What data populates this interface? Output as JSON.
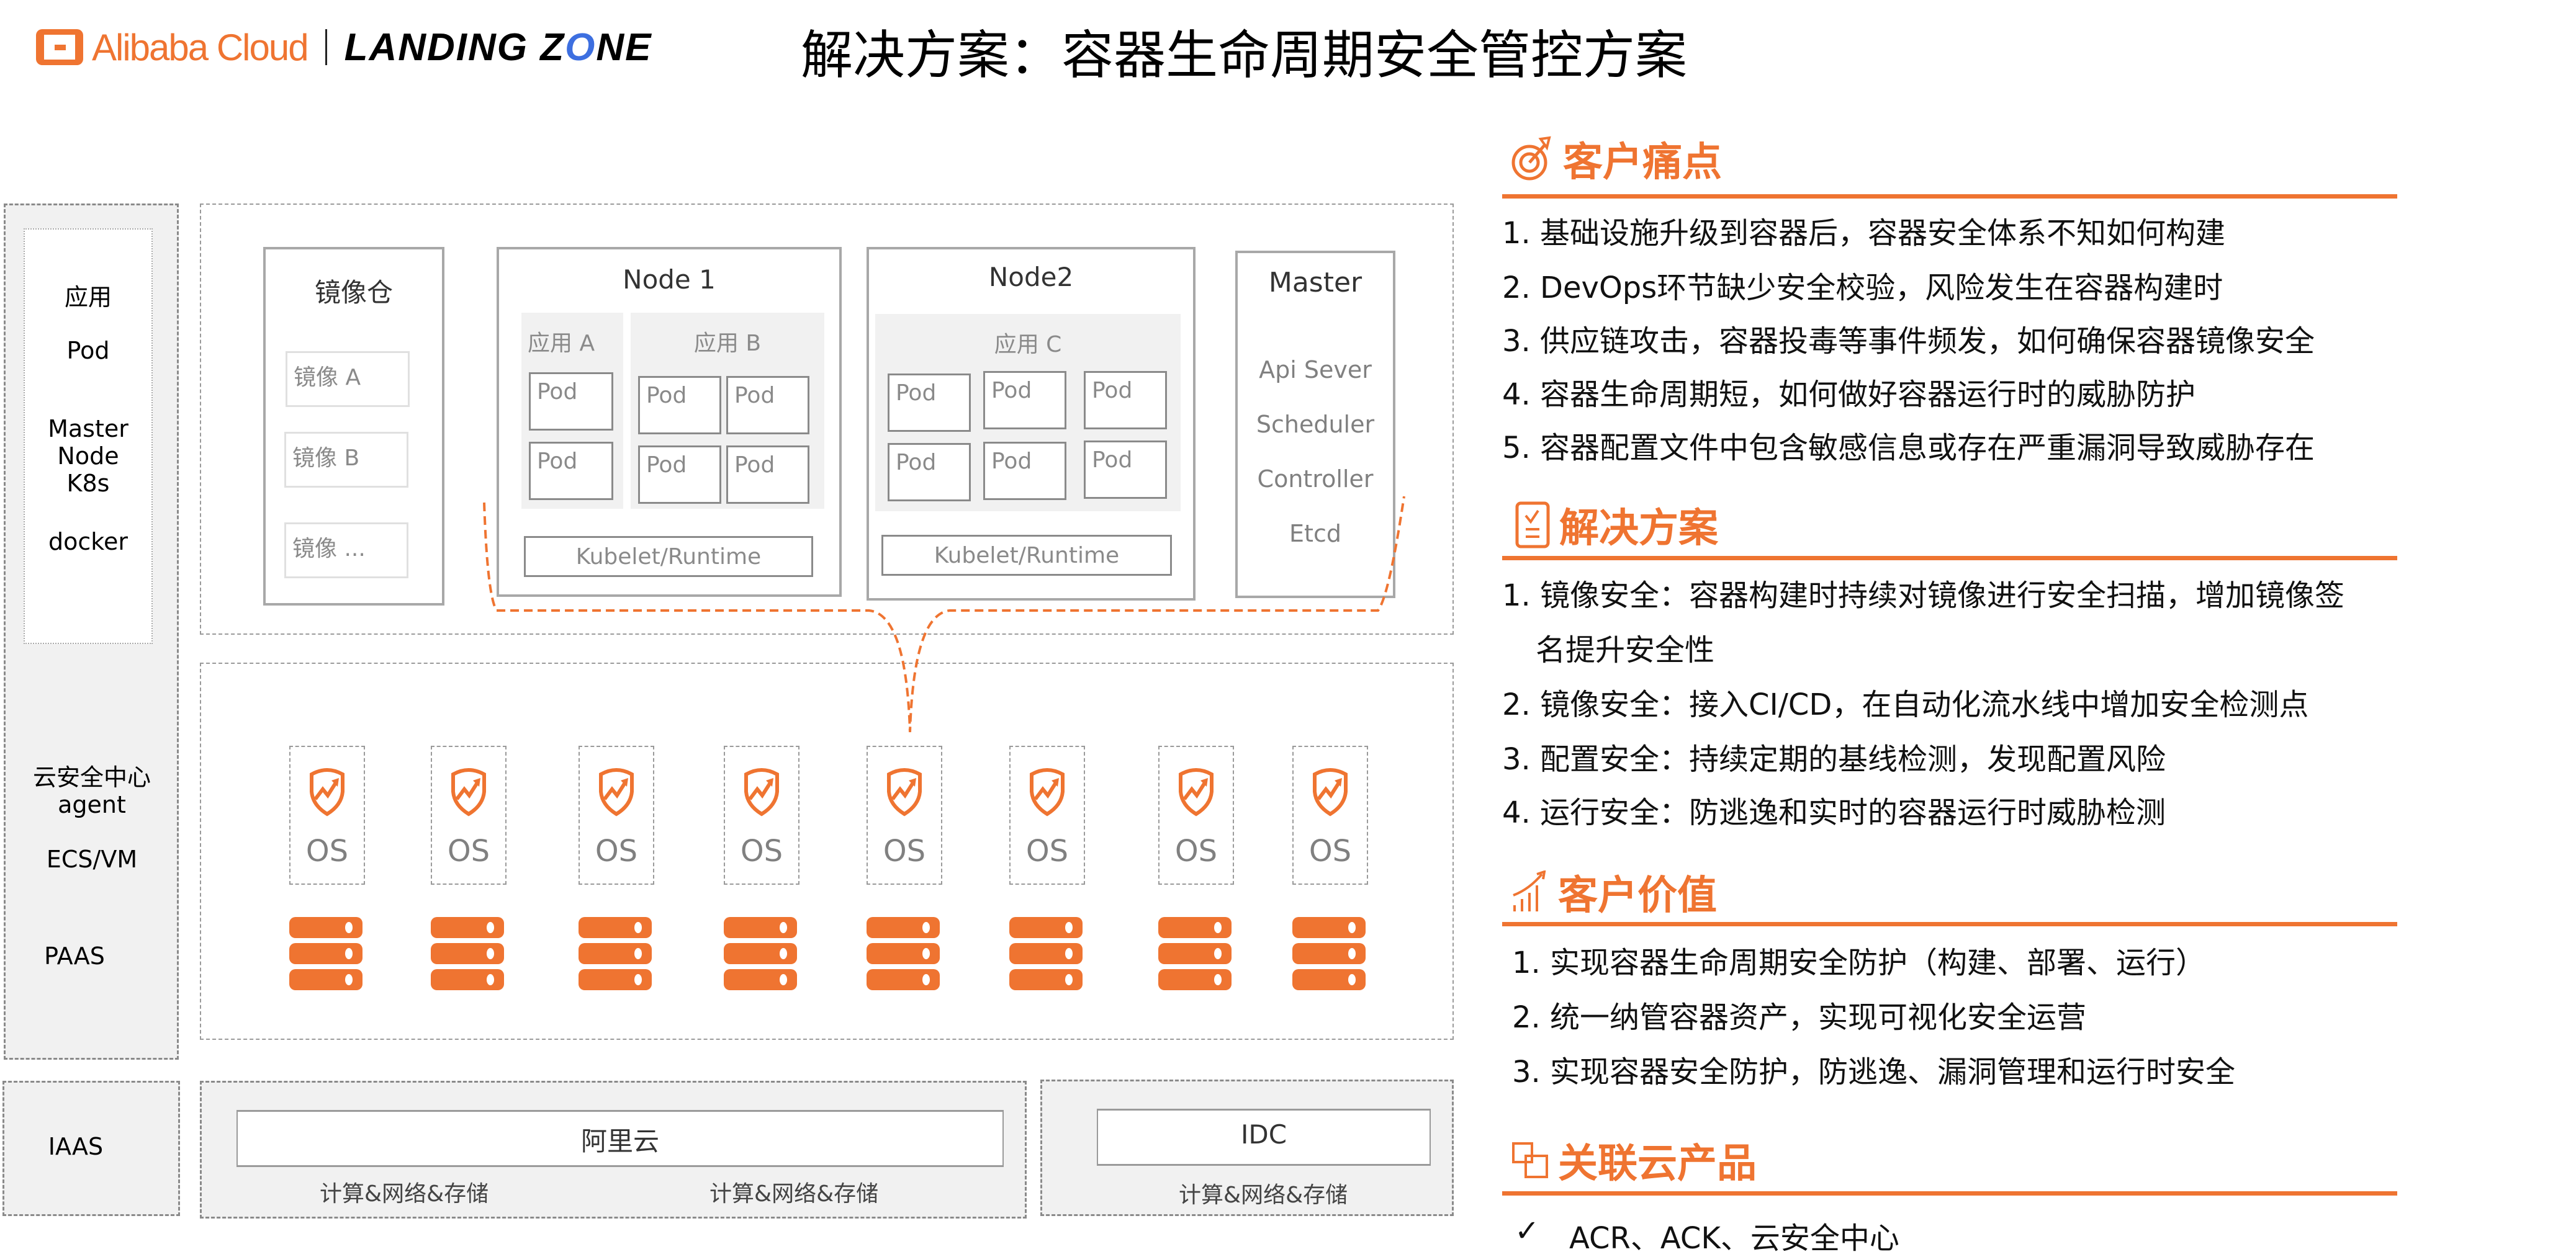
{
  "header": {
    "brand": "Alibaba Cloud",
    "product_prefix": "LANDING Z",
    "product_o": "O",
    "product_suffix": "NE",
    "title": "解决方案：容器生命周期安全管控方案"
  },
  "layers": {
    "upper": [
      "应用",
      "Pod",
      "Master",
      "Node",
      "K8s",
      "docker"
    ],
    "middle": [
      "云安全中心",
      "agent",
      "ECS/VM"
    ],
    "paas": "PAAS",
    "iaas": "IAAS"
  },
  "registry": {
    "title": "镜像仓",
    "images": [
      "镜像 A",
      "镜像 B",
      "镜像 ..."
    ]
  },
  "nodes": [
    {
      "title": "Node 1",
      "apps": [
        {
          "name": "应用 A",
          "pods": [
            "Pod",
            "Pod"
          ]
        },
        {
          "name": "应用 B",
          "pods": [
            "Pod",
            "Pod",
            "Pod",
            "Pod"
          ]
        }
      ],
      "runtime": "Kubelet/Runtime"
    },
    {
      "title": "Node2",
      "apps": [
        {
          "name": "应用 C",
          "pods": [
            "Pod",
            "Pod",
            "Pod",
            "Pod",
            "Pod",
            "Pod"
          ]
        }
      ],
      "runtime": "Kubelet/Runtime"
    }
  ],
  "master": {
    "title": "Master",
    "components": [
      "Api Sever",
      "Scheduler",
      "Controller",
      "Etcd"
    ]
  },
  "hosts": {
    "count": 8,
    "os_label": "OS",
    "agent_icon": "shield-chart-icon",
    "server_icon": "server-stack-icon"
  },
  "infrastructure": {
    "aliyun": {
      "title": "阿里云",
      "subs": [
        "计算&网络&存储",
        "计算&网络&存储"
      ]
    },
    "idc": {
      "title": "IDC",
      "subs": [
        "计算&网络&存储"
      ]
    }
  },
  "panel": {
    "accent": "#ef7431",
    "pain_points": {
      "title": "客户痛点",
      "icon": "target-icon",
      "items": [
        "1. 基础设施升级到容器后，容器安全体系不知如何构建",
        "2. DevOps环节缺少安全校验，风险发生在容器构建时",
        "3. 供应链攻击，容器投毒等事件频发，如何确保容器镜像安全",
        "4. 容器生命周期短，如何做好容器运行时的威胁防护",
        "5. 容器配置文件中包含敏感信息或存在严重漏洞导致威胁存在"
      ]
    },
    "solution": {
      "title": "解决方案",
      "icon": "checklist-icon",
      "items": [
        "1. 镜像安全：容器构建时持续对镜像进行安全扫描，增加镜像签",
        "名提升安全性",
        "2. 镜像安全：接入CI/CD，在自动化流水线中增加安全检测点",
        "3. 配置安全：持续定期的基线检测，发现配置风险",
        "4. 运行安全：防逃逸和实时的容器运行时威胁检测"
      ]
    },
    "value": {
      "title": "客户价值",
      "icon": "growth-chart-icon",
      "items": [
        "1. 实现容器生命周期安全防护（构建、部署、运行）",
        "2. 统一纳管容器资产，实现可视化安全运营",
        "3. 实现容器安全防护，防逃逸、漏洞管理和运行时安全"
      ]
    },
    "products": {
      "title": "关联云产品",
      "icon": "linked-squares-icon",
      "check": "✓",
      "items": [
        "ACR、ACK、云安全中心"
      ]
    }
  }
}
